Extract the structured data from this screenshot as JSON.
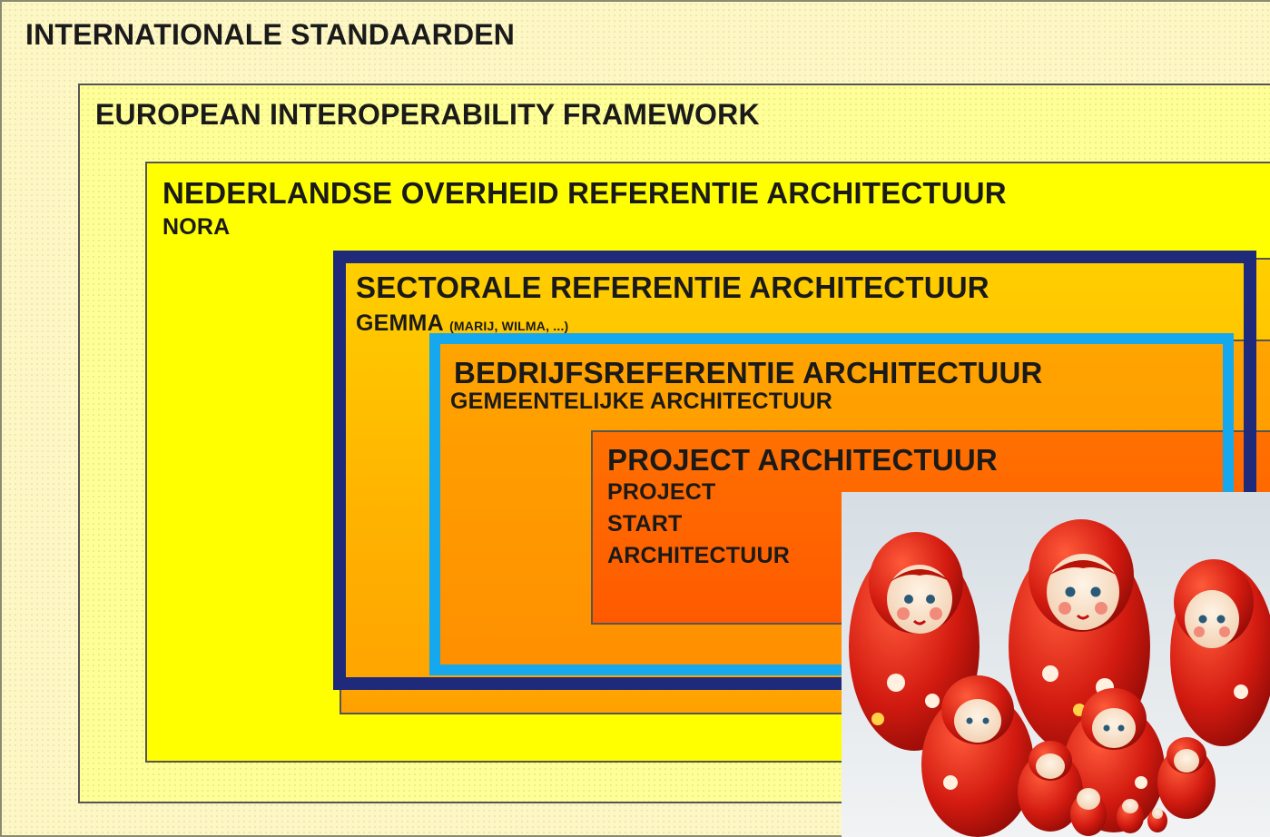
{
  "layers": [
    {
      "title": "INTERNATIONALE STANDAARDEN",
      "subtitle": "",
      "color": "#fdf7c6"
    },
    {
      "title": "EUROPEAN INTEROPERABILITY FRAMEWORK",
      "subtitle": "",
      "color": "#ffff9a"
    },
    {
      "title": "NEDERLANDSE OVERHEID REFERENTIE ARCHITECTUUR",
      "subtitle": "NORA",
      "color": "#ffff00"
    },
    {
      "title": "SECTORALE REFERENTIE ARCHITECTUUR",
      "subtitle": "GEMMA",
      "subtitle_note": "(MARIJ, WILMA, ...)",
      "color": "#ffc000"
    },
    {
      "title": "BEDRIJFSREFERENTIE ARCHITECTUUR",
      "subtitle": "GEMEENTELIJKE ARCHITECTUUR",
      "color": "#ff9900"
    },
    {
      "title": "PROJECT ARCHITECTUUR",
      "subtitle_lines": [
        "PROJECT",
        "START",
        "ARCHITECTUUR"
      ],
      "color": "#ff6600"
    }
  ],
  "highlights": {
    "dark_border": "#1f2a7a",
    "light_border": "#15a8ee"
  },
  "photo": {
    "subject": "matryoshka-dolls"
  }
}
